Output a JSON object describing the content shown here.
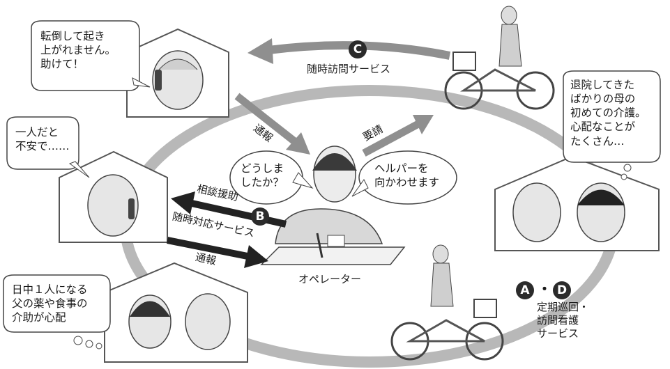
{
  "bubbles": {
    "fallen": "転倒して起き\n上がれません。\n助けて！",
    "alone": "一人だと\n不安で……",
    "operator_question": "どうしま\nしたか？",
    "helper_reply": "ヘルパーを\n向かわせます",
    "discharged": "退院してきた\nばかりの母の\n初めての介護。\n心配なことが\nたくさん…",
    "daytime": "日中１人になる\n父の薬や食事の\n介助が心配"
  },
  "labels": {
    "report_top": "通報",
    "request": "要請",
    "consult": "相談援助",
    "service_b": "随時対応サービス",
    "report_bottom": "通報",
    "operator": "オペレーター",
    "service_c": "随時訪問サービス",
    "service_ad": "定期巡回・\n訪問看護\nサービス"
  },
  "badges": {
    "a": "A",
    "b": "B",
    "c": "C",
    "d": "D",
    "dot": "・"
  },
  "colors": {
    "ring": "#b8b8b8",
    "arrow_gray": "#8f8f8f",
    "arrow_dark": "#222222",
    "house_fill": "#ffffff",
    "badge": "#2b2b2b"
  }
}
